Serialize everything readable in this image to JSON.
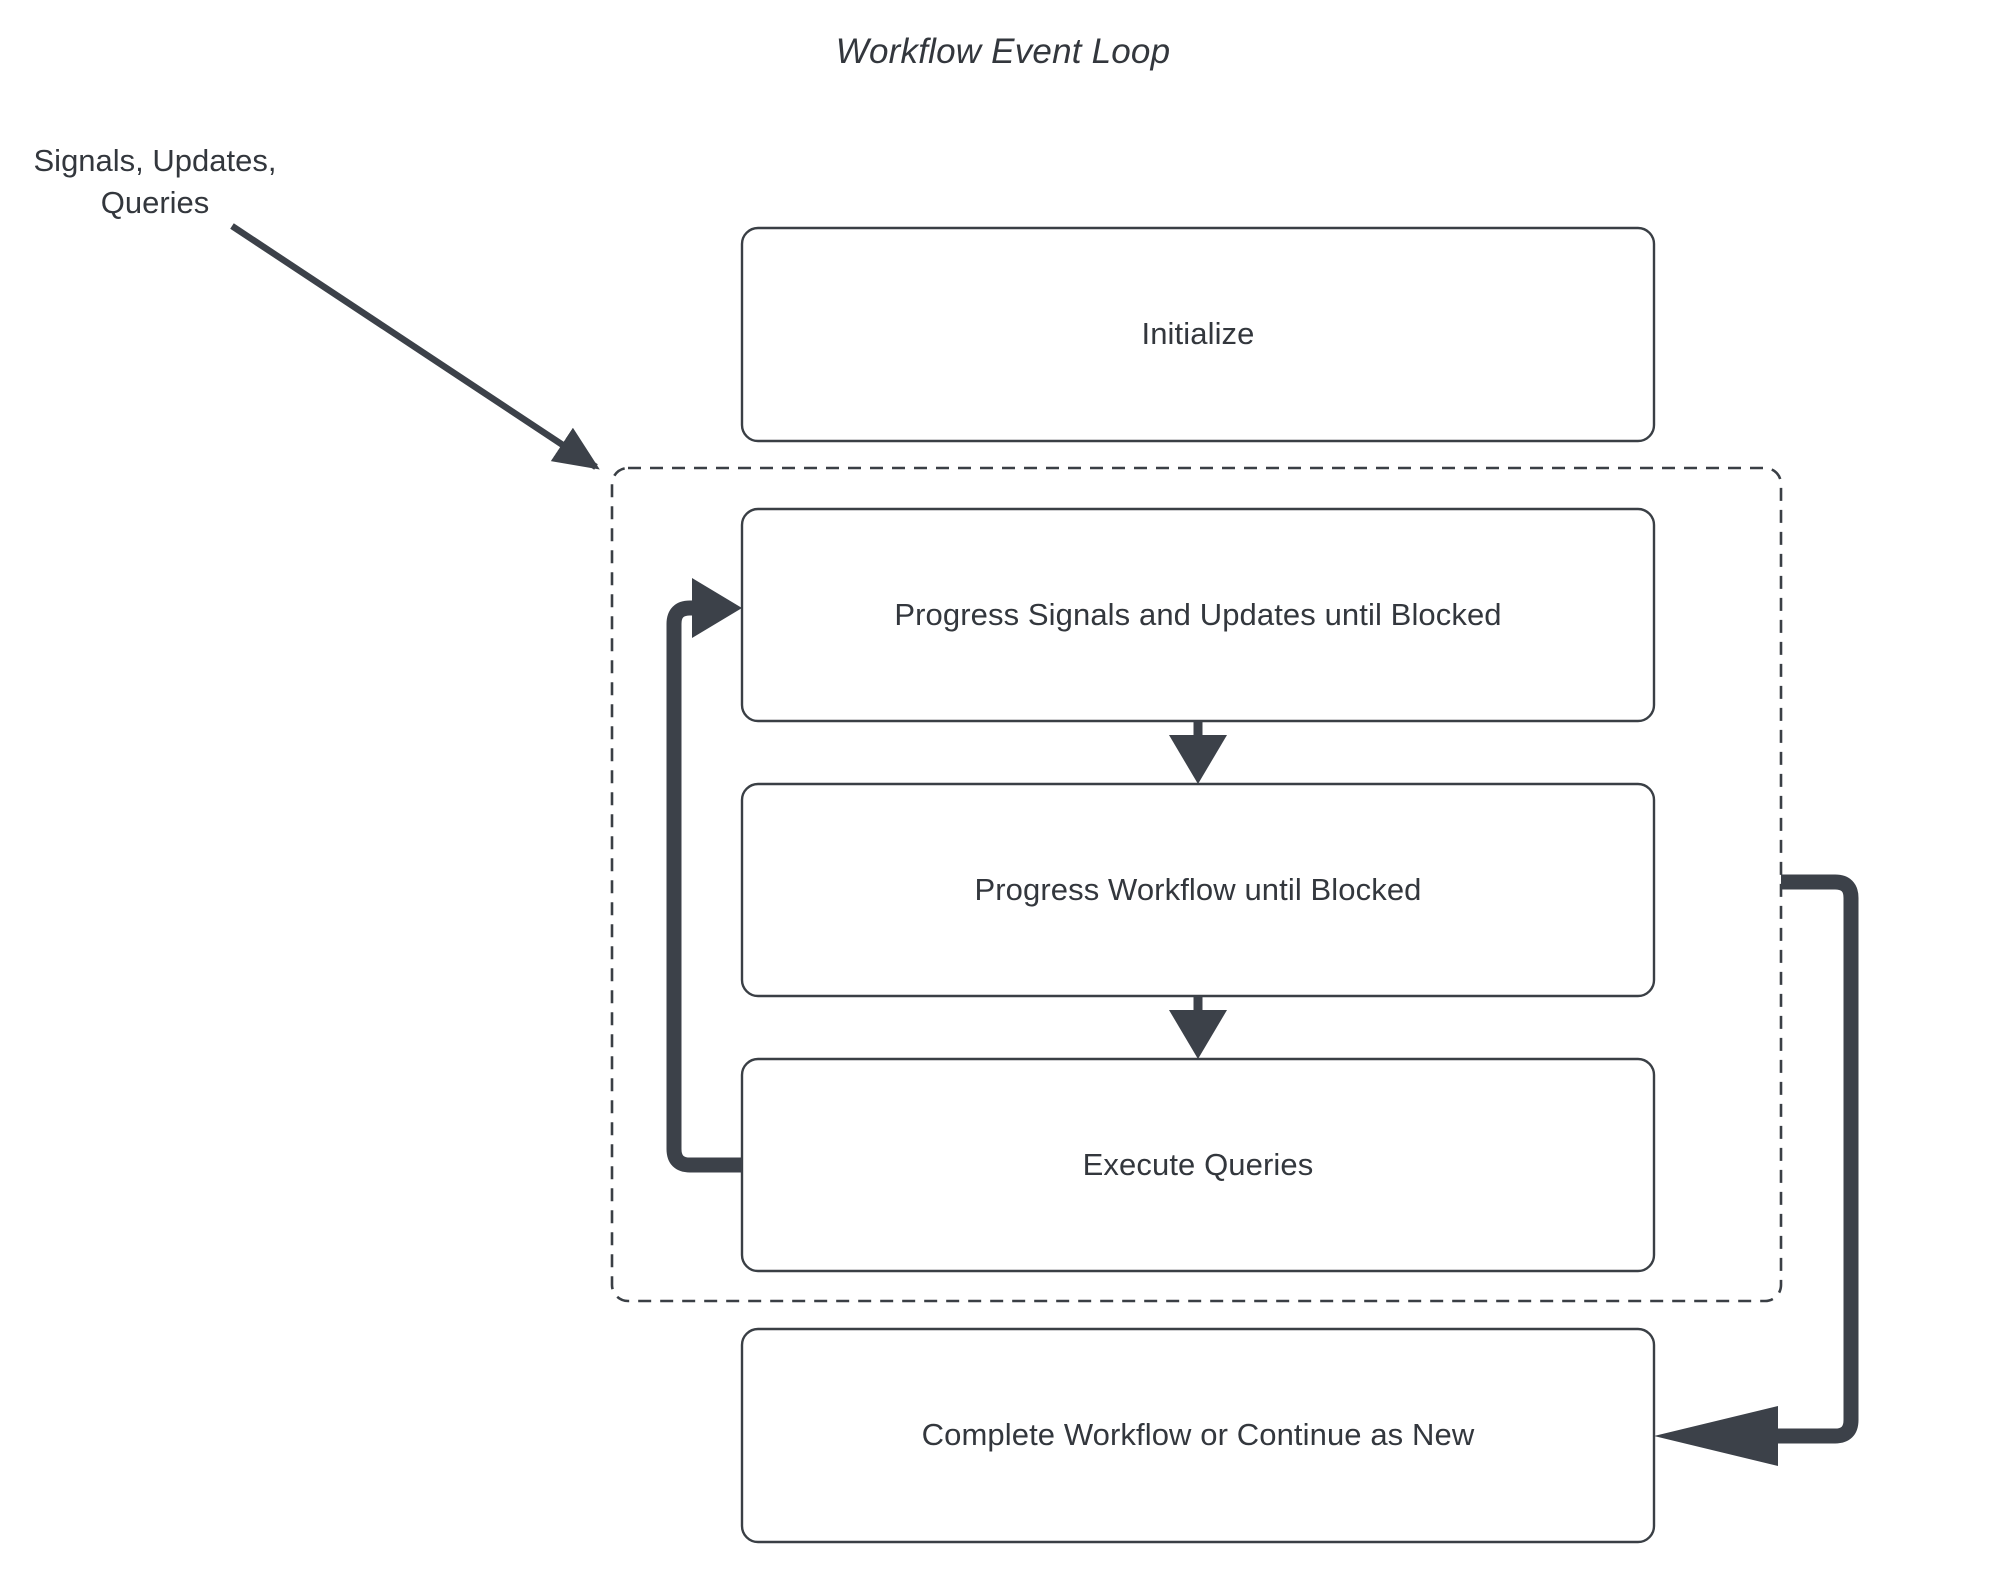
{
  "title": "Workflow Event Loop",
  "colors": {
    "text": "#33373d",
    "node_border": "#3a3f45",
    "node_fill": "#ffffff",
    "connector": "#3c4149",
    "dashed_border": "#3a3f45",
    "background": "#ffffff"
  },
  "nodes": [
    {
      "id": "initialize",
      "label": "Initialize"
    },
    {
      "id": "progress-signals",
      "label": "Progress Signals and Updates until Blocked"
    },
    {
      "id": "progress-workflow",
      "label": "Progress Workflow until Blocked"
    },
    {
      "id": "execute-queries",
      "label": "Execute Queries"
    },
    {
      "id": "complete-workflow",
      "label": "Complete Workflow or Continue as New"
    }
  ],
  "group": {
    "id": "event-loop-group",
    "style": "dashed"
  },
  "edges": [
    {
      "id": "external-input",
      "label": "Signals, Updates,\nQueries",
      "label_line1": "Signals, Updates,",
      "label_line2": "Queries",
      "from": "external",
      "to": "event-loop-group",
      "style": "thin-diagonal"
    },
    {
      "id": "signals-to-workflow",
      "from": "progress-signals",
      "to": "progress-workflow",
      "style": "thin-vertical"
    },
    {
      "id": "workflow-to-queries",
      "from": "progress-workflow",
      "to": "execute-queries",
      "style": "thin-vertical"
    },
    {
      "id": "queries-loop-back",
      "from": "execute-queries",
      "to": "progress-signals",
      "style": "thick-elbow-left"
    },
    {
      "id": "group-to-complete",
      "from": "event-loop-group",
      "to": "complete-workflow",
      "style": "thick-elbow-right"
    }
  ]
}
